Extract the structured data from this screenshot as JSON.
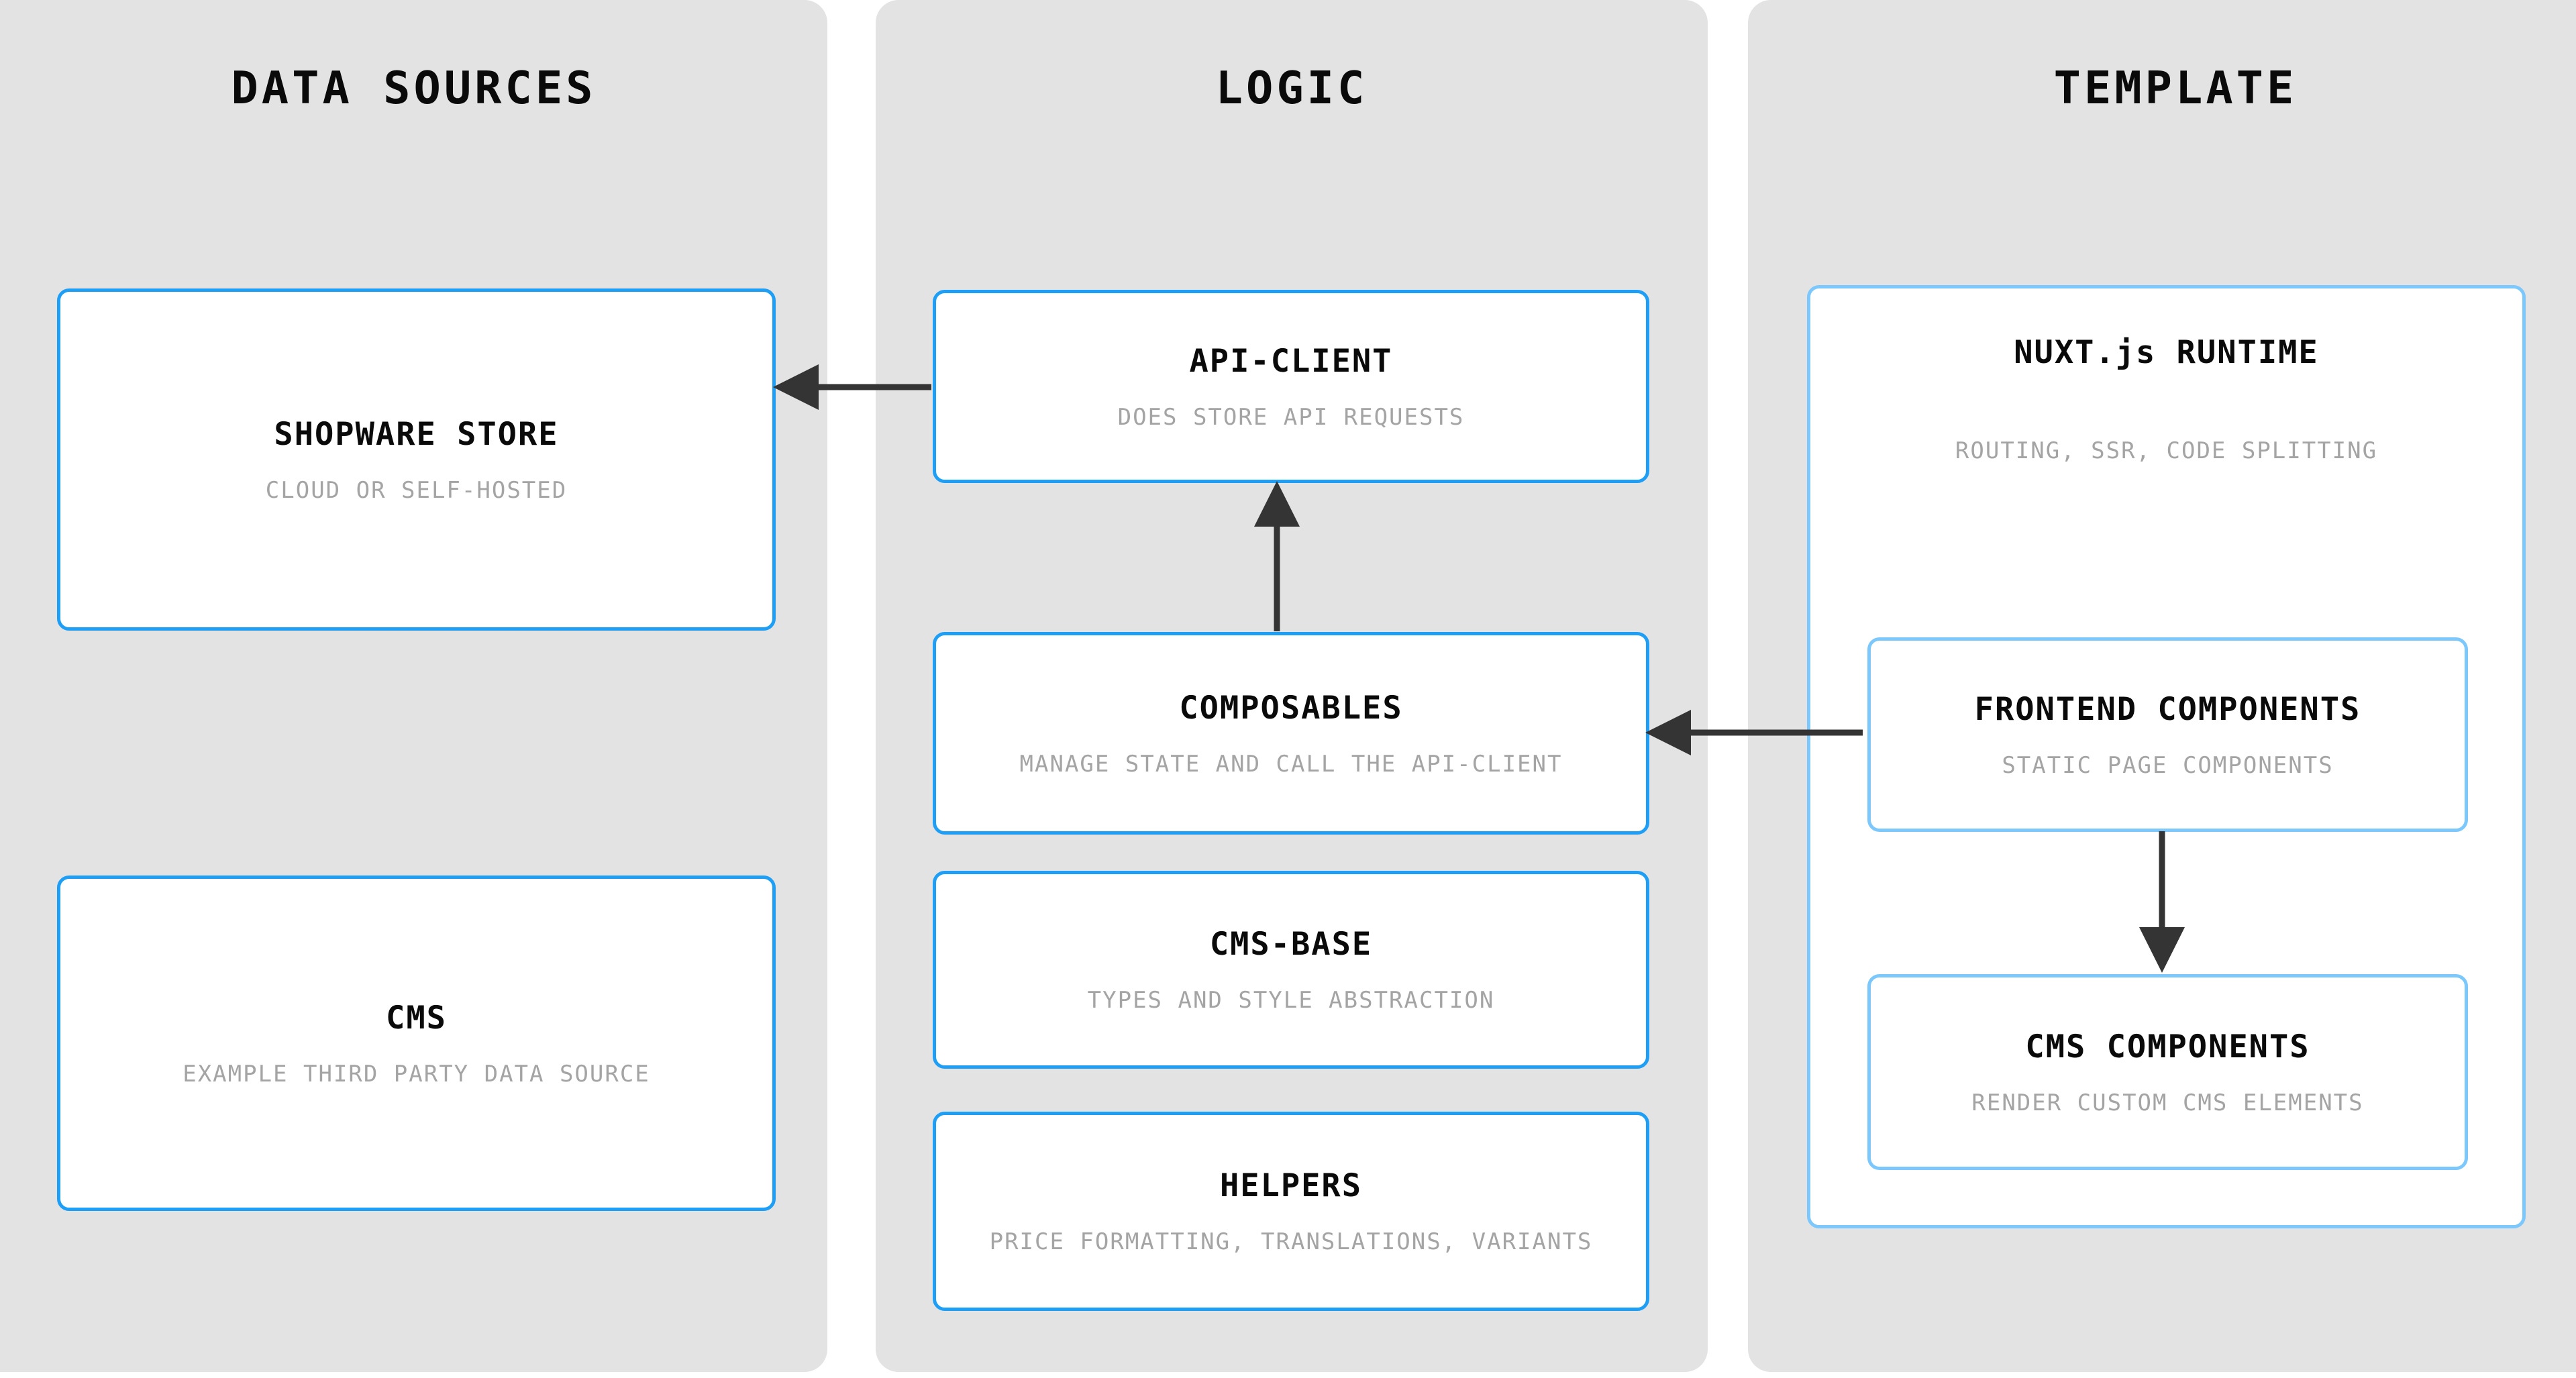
{
  "columns": [
    {
      "key": "data_sources",
      "title": "DATA SOURCES",
      "nodes": [
        {
          "key": "shopware_store",
          "title": "SHOPWARE STORE",
          "subtitle": "CLOUD OR SELF-HOSTED"
        },
        {
          "key": "cms",
          "title": "CMS",
          "subtitle": "EXAMPLE THIRD PARTY DATA SOURCE"
        }
      ]
    },
    {
      "key": "logic",
      "title": "LOGIC",
      "nodes": [
        {
          "key": "api_client",
          "title": "API-CLIENT",
          "subtitle": "DOES STORE API REQUESTS"
        },
        {
          "key": "composables",
          "title": "COMPOSABLES",
          "subtitle": "MANAGE STATE AND CALL THE API-CLIENT"
        },
        {
          "key": "cms_base",
          "title": "CMS-BASE",
          "subtitle": "TYPES AND STYLE ABSTRACTION"
        },
        {
          "key": "helpers",
          "title": "HELPERS",
          "subtitle": "PRICE FORMATTING, TRANSLATIONS, VARIANTS"
        }
      ]
    },
    {
      "key": "template",
      "title": "TEMPLATE",
      "nodes": [
        {
          "key": "nuxt_runtime",
          "title": "NUXT.js RUNTIME",
          "subtitle": "ROUTING, SSR, CODE SPLITTING",
          "children": [
            {
              "key": "frontend_components",
              "title": "FRONTEND COMPONENTS",
              "subtitle": "STATIC PAGE COMPONENTS"
            },
            {
              "key": "cms_components",
              "title": "CMS COMPONENTS",
              "subtitle": "RENDER CUSTOM CMS ELEMENTS"
            }
          ]
        }
      ]
    }
  ],
  "arrows": [
    {
      "key": "api_client_to_shopware_store",
      "from": "api_client",
      "to": "shopware_store",
      "direction": "left"
    },
    {
      "key": "composables_to_api_client",
      "from": "composables",
      "to": "api_client",
      "direction": "up"
    },
    {
      "key": "frontend_components_to_composables",
      "from": "frontend_components",
      "to": "composables",
      "direction": "left"
    },
    {
      "key": "frontend_components_to_cms_components",
      "from": "frontend_components",
      "to": "cms_components",
      "direction": "down"
    }
  ],
  "colors": {
    "panel_background": "#e3e3e3",
    "node_border": "#1e9ef5",
    "node_border_light": "#7cc7fb",
    "node_background": "#ffffff",
    "title_text": "#0a0a0a",
    "subtitle_text": "#a4a4a4",
    "arrow": "#343434",
    "page_background": "#ffffff"
  }
}
